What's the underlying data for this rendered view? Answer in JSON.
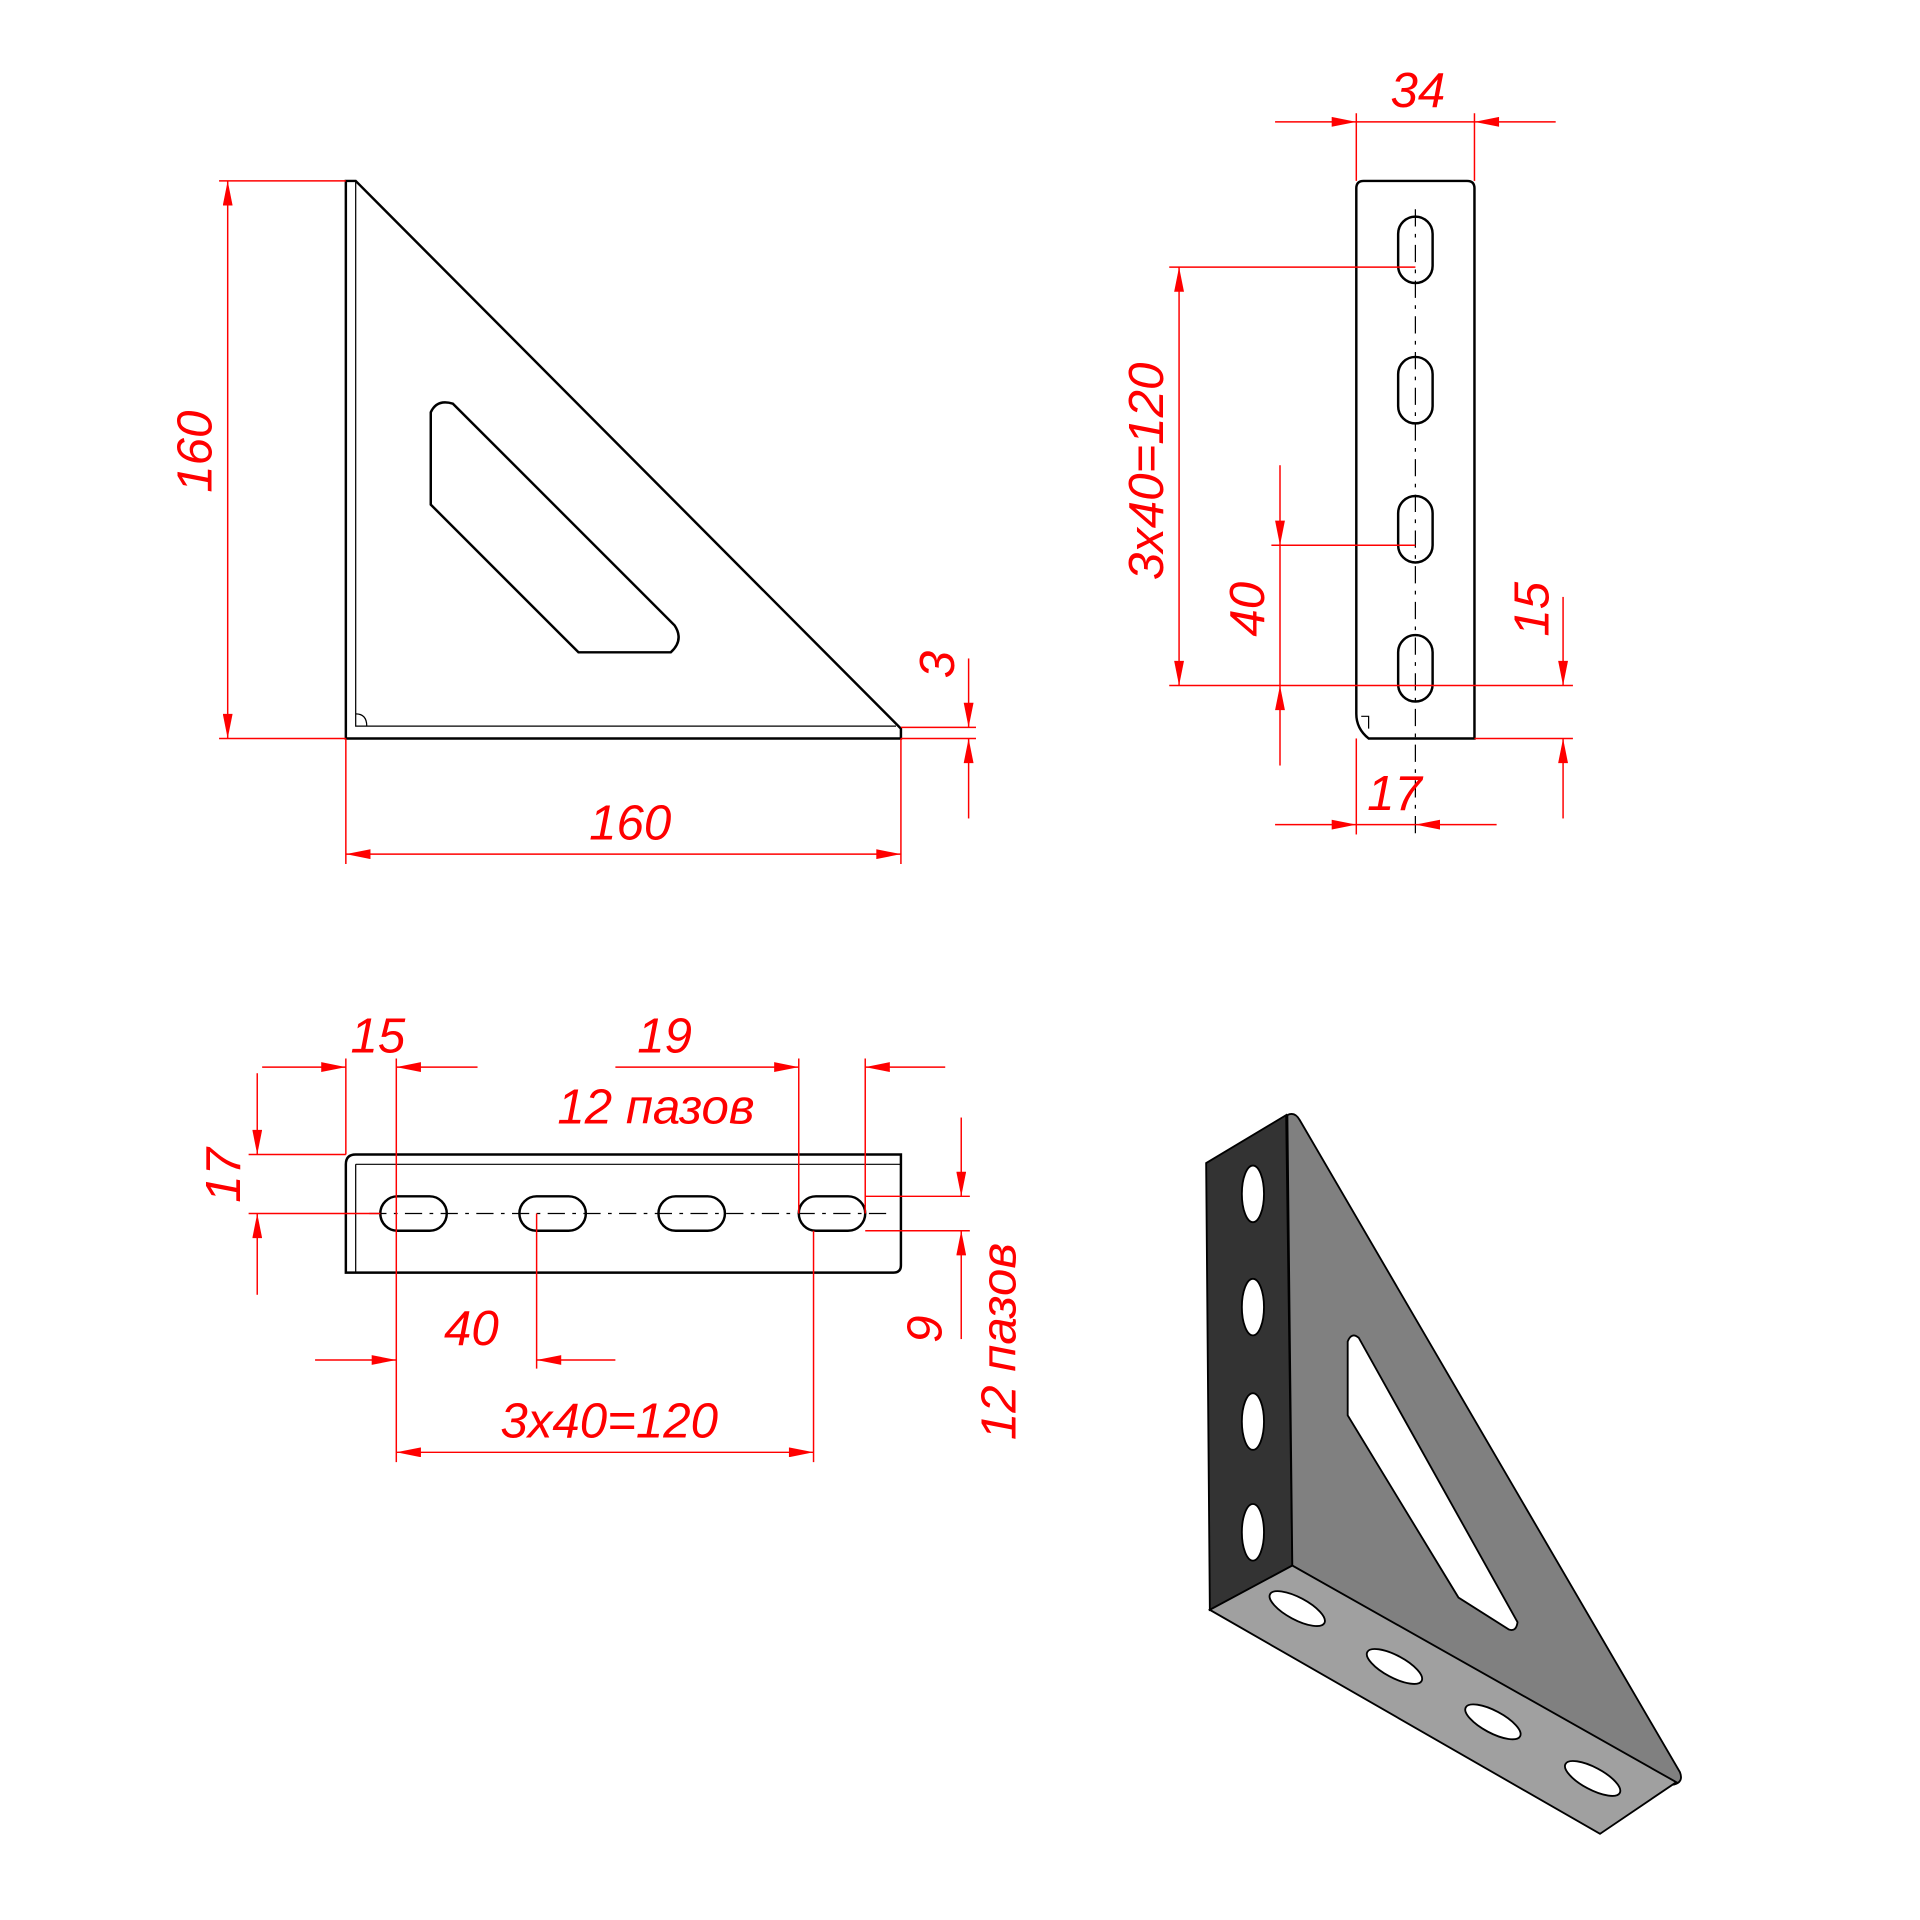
{
  "front_view": {
    "height": "160",
    "width": "160",
    "thickness": "3"
  },
  "side_view": {
    "width": "34",
    "pitch_total": "3x40=120",
    "pitch": "40",
    "end_offset": "15",
    "slot_offset": "17"
  },
  "top_view": {
    "end_offset": "15",
    "slot_length": "19",
    "slot_count_top": "12 пазов",
    "slot_offset": "17",
    "pitch": "40",
    "pitch_total": "3x40=120",
    "slot_width": "9",
    "slot_count_side": "12 пазов"
  },
  "colors": {
    "dimension": "#ff0000",
    "flange_dark": "#333333",
    "gusset": "#808080",
    "base": "#a0a0a0"
  }
}
